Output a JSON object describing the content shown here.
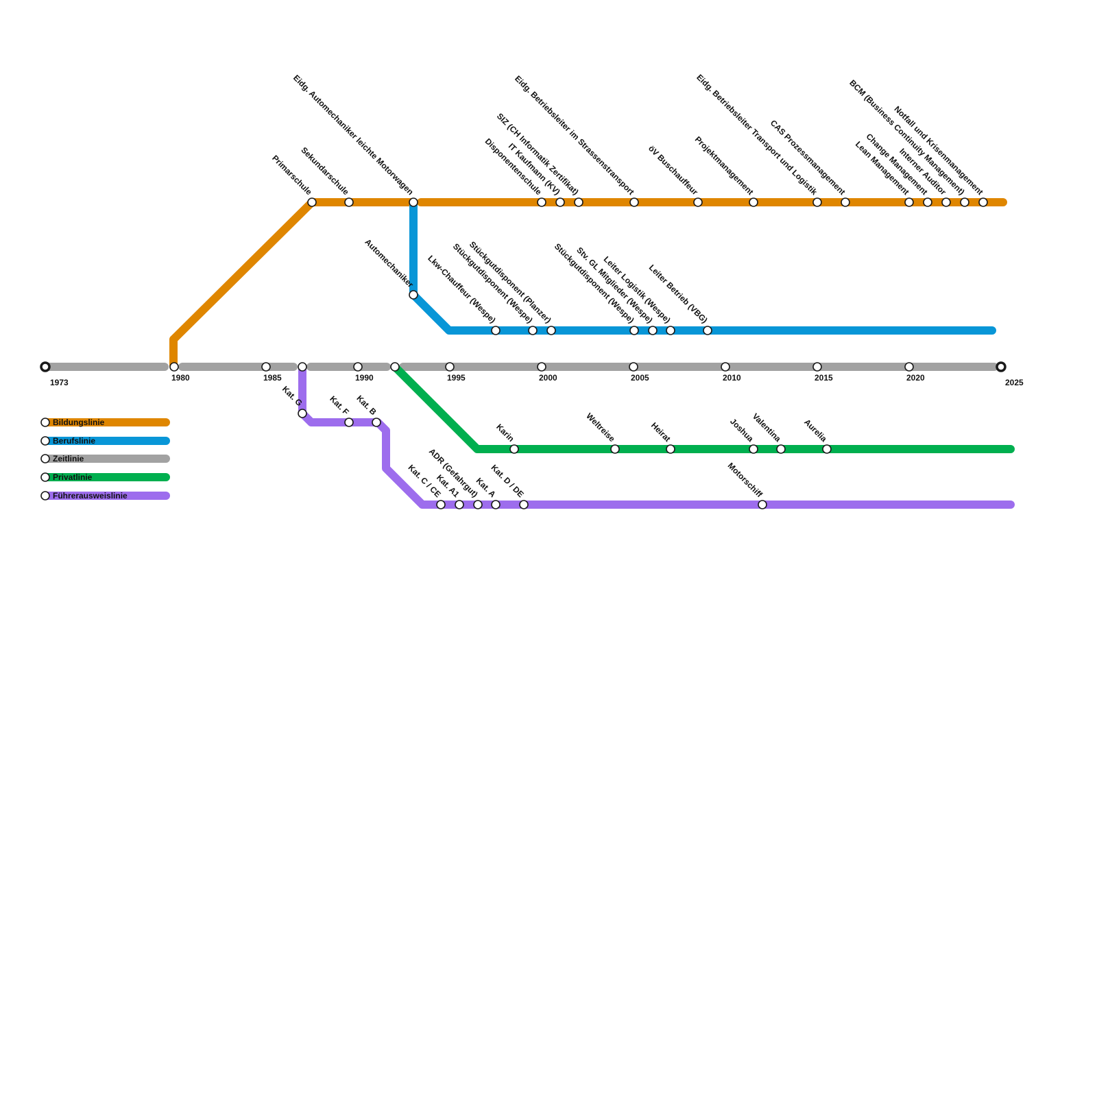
{
  "colors": {
    "bildung": "#df8600",
    "beruf": "#0896d7",
    "zeit": "#a2a2a2",
    "privat": "#00af4f",
    "fuehrer": "#9d6ded"
  },
  "legend": [
    {
      "label": "Bildungslinie",
      "color_key": "bildung"
    },
    {
      "label": "Berufslinie",
      "color_key": "beruf"
    },
    {
      "label": "Zeitlinie",
      "color_key": "zeit"
    },
    {
      "label": "Privatlinie",
      "color_key": "privat"
    },
    {
      "label": "Führerausweislinie",
      "color_key": "fuehrer"
    }
  ],
  "timeline": {
    "start_label": "1973",
    "end_label": "2025",
    "years": [
      "1980",
      "1985",
      "1990",
      "1995",
      "2000",
      "2005",
      "2010",
      "2015",
      "2020"
    ]
  },
  "stations": {
    "bildung": [
      "Primarschule",
      "Sekundarschule",
      "Eidg. Automechaniker leichte Motorwagen",
      "Disponentenschule",
      "IT Kaufmann (KV)",
      "SIZ (CH Informatik Zertifikat)",
      "Eidg. Betriebsleiter im Strassenstransport",
      "öV Buschauffeur",
      "Projektmanagement",
      "Eidg. Betriebsleiter Transport und Logistik",
      "CAS Prozessmanagement",
      "Lean Management",
      "Change Management",
      "Interner Auditor",
      "BCM (Business Continuity Management)",
      "Notfall und Krisenmanagement"
    ],
    "beruf": [
      "Automechaniker",
      "Lkw-Chauffeur (Wespe)",
      "Stückgutdisponent (Wespe)",
      "Stückgutdisponent (Planzer)",
      "Stückgutdisponent (Wespe)",
      "Stv. GL Mitglieder (Wespe)",
      "Leiter Logistik (Wespe)",
      "Leiter Betrieb (VBG)"
    ],
    "privat": [
      "Karin",
      "Weltreise",
      "Heirat",
      "Joshua",
      "Valentina",
      "Aurelia"
    ],
    "fuehrer": [
      "Kat. G",
      "Kat. F",
      "Kat. B",
      "Kat. C / CE",
      "Kat. A1",
      "ADR (Gefahrgut)",
      "Kat. A",
      "Kat. D / DE",
      "Motorschiff"
    ]
  }
}
